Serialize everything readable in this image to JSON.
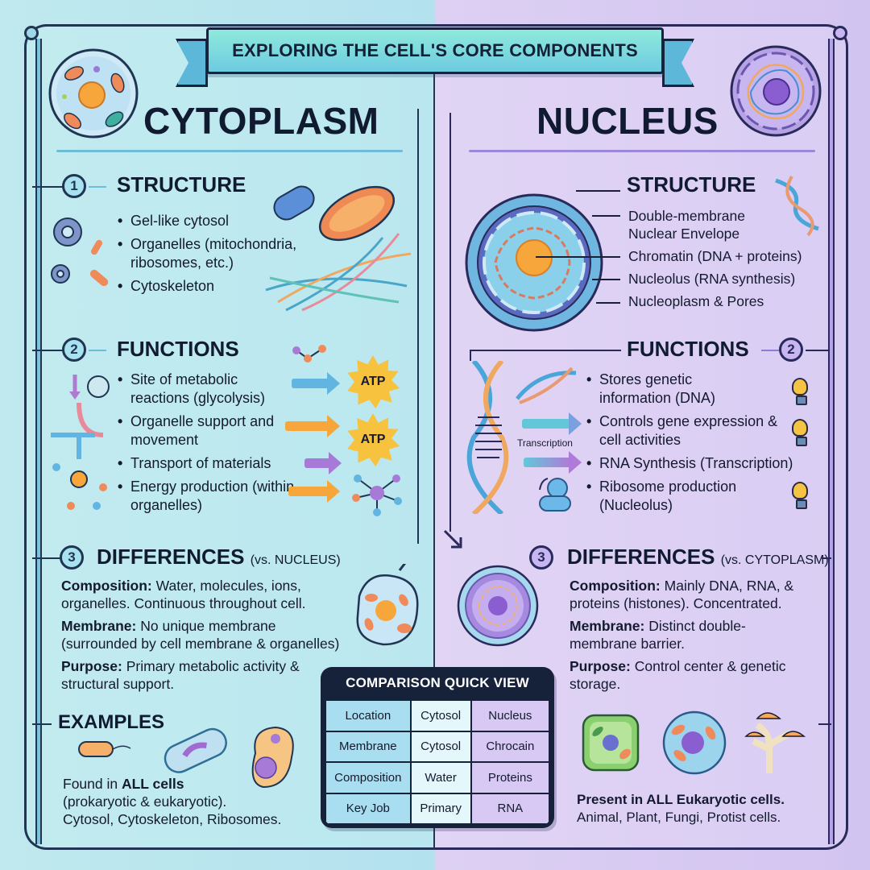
{
  "banner": {
    "title": "EXPLORING THE CELL'S CORE COMPONENTS"
  },
  "colors": {
    "left_bg": "#b3e1ee",
    "right_bg": "#d2c4f0",
    "ink": "#141a2e",
    "cyan_accent": "#5cb7d9",
    "purple_accent": "#8f7ad8",
    "atp_yellow": "#f7c23d",
    "table_header": "#16213a"
  },
  "cytoplasm": {
    "title": "CYTOPLASM",
    "structure": {
      "number": "1",
      "heading": "STRUCTURE",
      "items": [
        "Gel-like cytosol",
        "Organelles (mitochondria, ribosomes, etc.)",
        "Cytoskeleton"
      ]
    },
    "functions": {
      "number": "2",
      "heading": "FUNCTIONS",
      "items": [
        "Site of metabolic reactions (glycolysis)",
        "Organelle support and movement",
        "Transport of materials",
        "Energy production (within organelles)"
      ],
      "atp_labels": [
        "ATP",
        "ATP"
      ]
    },
    "differences": {
      "number": "3",
      "heading": "DIFFERENCES",
      "qualifier": "(vs. NUCLEUS)",
      "rows": [
        {
          "label": "Composition:",
          "text": "Water, molecules, ions, organelles. Continuous throughout cell."
        },
        {
          "label": "Membrane:",
          "text": "No unique membrane (surrounded by cell membrane & organelles)"
        },
        {
          "label": "Purpose:",
          "text": "Primary metabolic activity & structural support."
        }
      ]
    },
    "examples": {
      "heading": "EXAMPLES",
      "line1_prefix": "Found in ",
      "line1_bold": "ALL cells",
      "line2": "(prokaryotic & eukaryotic).",
      "line3": "Cytosol, Cytoskeleton, Ribosomes."
    }
  },
  "nucleus": {
    "title": "NUCLEUS",
    "structure": {
      "heading": "STRUCTURE",
      "labels": [
        "Double-membrane Nuclear Envelope",
        "Chromatin (DNA + proteins)",
        "Nucleolus (RNA synthesis)",
        "Nucleoplasm & Pores"
      ]
    },
    "functions": {
      "number": "2",
      "heading": "FUNCTIONS",
      "transcription_label": "Transcription",
      "items": [
        "Stores genetic information (DNA)",
        "Controls gene expression & cell activities",
        "RNA Synthesis (Transcription)",
        "Ribosome production (Nucleolus)"
      ]
    },
    "differences": {
      "number": "3",
      "heading": "DIFFERENCES",
      "qualifier": "(vs. CYTOPLASM)",
      "rows": [
        {
          "label": "Composition:",
          "text": "Mainly DNA, RNA, & proteins (histones). Concentrated."
        },
        {
          "label": "Membrane:",
          "text": "Distinct double-membrane barrier."
        },
        {
          "label": "Purpose:",
          "text": "Control center & genetic storage."
        }
      ]
    },
    "examples": {
      "line1": "Present in ALL Eukaryotic cells.",
      "line2": "Animal, Plant, Fungi, Protist cells."
    }
  },
  "comparison": {
    "title": "COMPARISON QUICK VIEW",
    "rows": [
      [
        "Location",
        "Cytosol",
        "Nucleus"
      ],
      [
        "Membrane",
        "Cytosol",
        "Chrocain"
      ],
      [
        "Composition",
        "Water",
        "Proteins"
      ],
      [
        "Key Job",
        "Primary",
        "RNA"
      ]
    ]
  },
  "icons": [
    "animal-cell-icon",
    "nucleus-cell-icon",
    "gear-icon",
    "mitochondria-icon",
    "ribosome-icon",
    "cytoskeleton-fibers-icon",
    "molecule-icon",
    "atp-starburst-icon",
    "arrow-icon",
    "nucleus-cross-section-icon",
    "dna-helix-icon",
    "lightbulb-icon",
    "ribosome-subunit-icon",
    "bacterium-icon",
    "eukaryotic-cell-icon",
    "plant-cell-icon",
    "mushroom-icon"
  ]
}
